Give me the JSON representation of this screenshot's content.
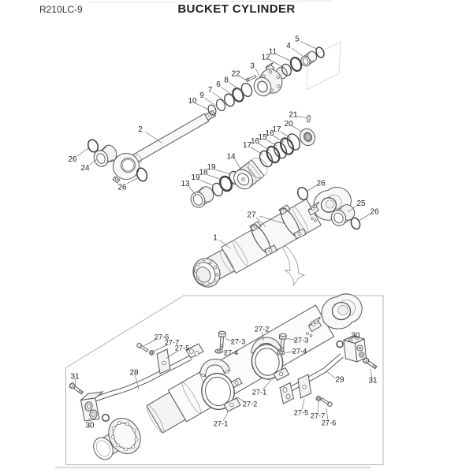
{
  "header": {
    "model": "R210LC-9",
    "title": "BUCKET CYLINDER"
  },
  "callouts": {
    "n1": "1",
    "n2": "2",
    "n3": "3",
    "n4": "4",
    "n5": "5",
    "n6": "6",
    "n7": "7",
    "n8": "8",
    "n9": "9",
    "n10": "10",
    "n11": "11",
    "n12": "12",
    "n13": "13",
    "n14": "14",
    "n15": "15",
    "n16": "16",
    "n17": "17",
    "n18": "18",
    "n19": "19",
    "n20": "20",
    "n21": "21",
    "n22": "22",
    "n24": "24",
    "n25": "25",
    "n26": "26",
    "n27": "27",
    "n28": "28",
    "n29": "29",
    "n30": "30",
    "n31": "31",
    "n27_1": "27-1",
    "n27_2": "27-2",
    "n27_3": "27-3",
    "n27_4": "27-4",
    "n27_5": "27-5",
    "n27_6": "27-6",
    "n27_7": "27-7"
  }
}
